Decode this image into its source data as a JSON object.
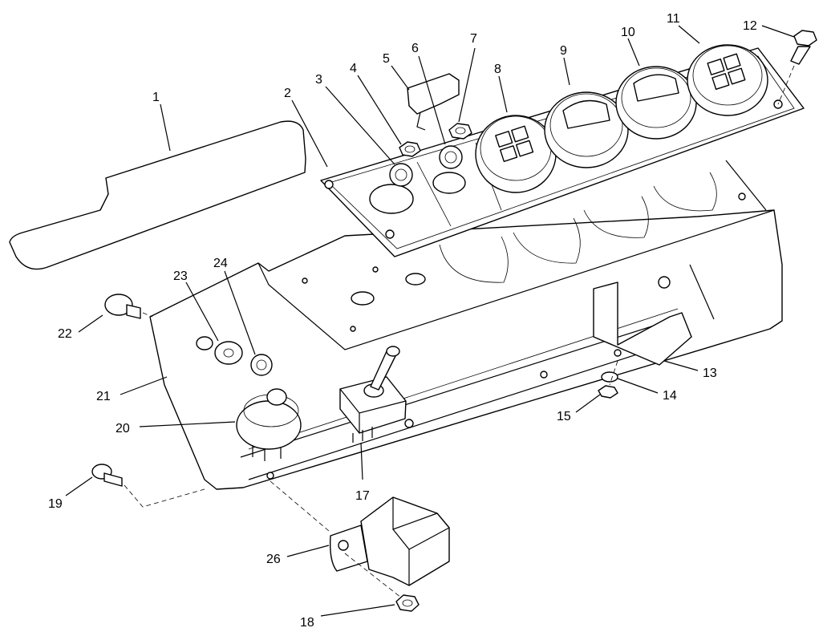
{
  "callouts": [
    {
      "id": "1",
      "label": "1"
    },
    {
      "id": "2",
      "label": "2"
    },
    {
      "id": "3",
      "label": "3"
    },
    {
      "id": "4",
      "label": "4"
    },
    {
      "id": "5",
      "label": "5"
    },
    {
      "id": "6",
      "label": "6"
    },
    {
      "id": "7",
      "label": "7"
    },
    {
      "id": "8",
      "label": "8"
    },
    {
      "id": "9",
      "label": "9"
    },
    {
      "id": "10",
      "label": "10"
    },
    {
      "id": "11",
      "label": "11"
    },
    {
      "id": "12",
      "label": "12"
    },
    {
      "id": "13",
      "label": "13"
    },
    {
      "id": "14",
      "label": "14"
    },
    {
      "id": "15",
      "label": "15"
    },
    {
      "id": "17",
      "label": "17"
    },
    {
      "id": "18",
      "label": "18"
    },
    {
      "id": "19",
      "label": "19"
    },
    {
      "id": "20",
      "label": "20"
    },
    {
      "id": "21",
      "label": "21"
    },
    {
      "id": "22",
      "label": "22"
    },
    {
      "id": "23",
      "label": "23"
    },
    {
      "id": "24",
      "label": "24"
    },
    {
      "id": "26",
      "label": "26"
    }
  ]
}
